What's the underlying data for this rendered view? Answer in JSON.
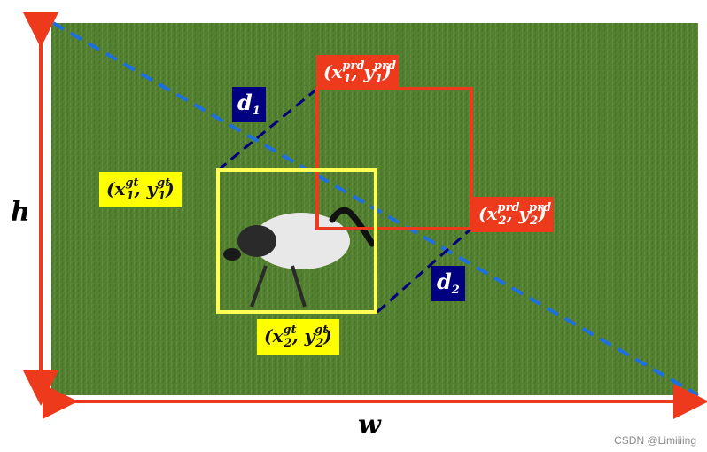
{
  "colors": {
    "grass": "#4f7a2e",
    "pred_box": "#ee3a1c",
    "gt_box": "#ffff55",
    "distance_line": "#00007a",
    "diagonal": "#1e6fe0",
    "axis_arrow": "#ee3a1c"
  },
  "labels": {
    "pred_top_left": {
      "x": "x",
      "y": "y",
      "sup": "prd",
      "sub": "1"
    },
    "pred_bottom_right": {
      "x": "x",
      "y": "y",
      "sup": "prd",
      "sub": "2"
    },
    "gt_top_left": {
      "x": "x",
      "y": "y",
      "sup": "gt",
      "sub": "1"
    },
    "gt_bottom_right": {
      "x": "x",
      "y": "y",
      "sup": "gt",
      "sub": "2"
    },
    "d1": {
      "base": "d",
      "sub": "1"
    },
    "d2": {
      "base": "d",
      "sub": "2"
    },
    "height": "h",
    "width": "w"
  },
  "watermark": "CSDN @Limiiiing",
  "icons": {
    "photo": "bird-on-grass-photo"
  }
}
